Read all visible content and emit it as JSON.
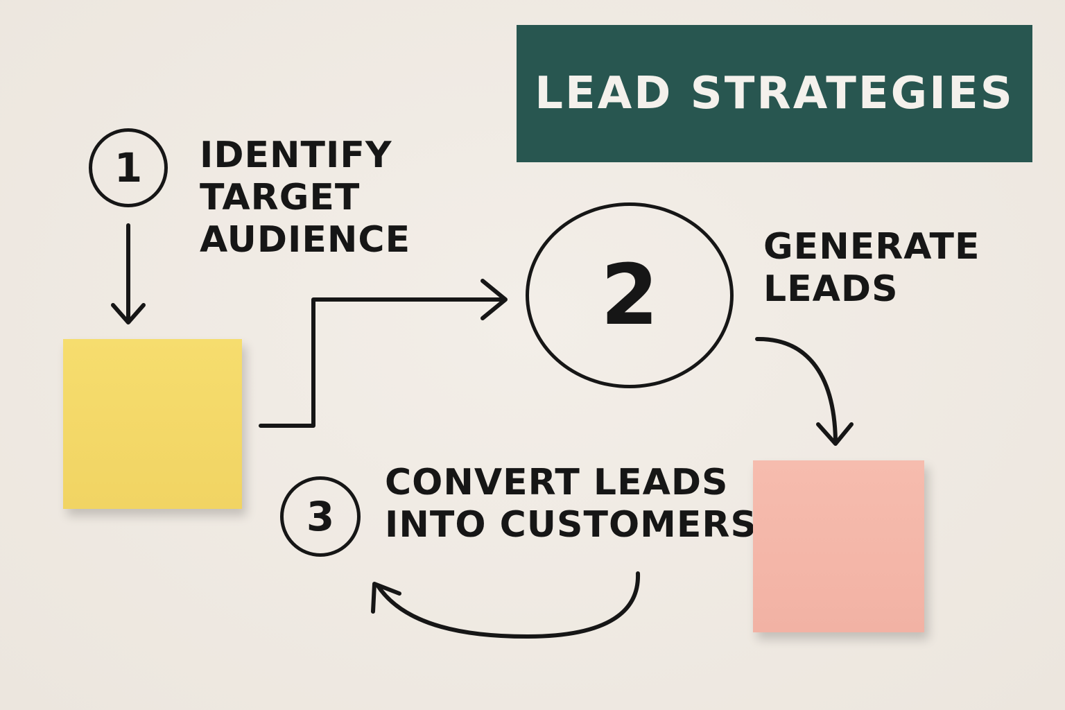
{
  "title": "LEAD STRATEGIES",
  "steps": [
    {
      "number": "1",
      "lines": [
        "IDENTIFY",
        "TARGET",
        "AUDIENCE"
      ]
    },
    {
      "number": "2",
      "lines": [
        "GENERATE",
        "LEADS"
      ]
    },
    {
      "number": "3",
      "lines": [
        "CONVERT LEADS",
        "INTO CUSTOMERS"
      ]
    }
  ],
  "colors": {
    "background": "#efe9e2",
    "banner": "#285650",
    "banner_text": "#f4f1ec",
    "ink": "#161616",
    "note_yellow": "#f3d767",
    "note_pink": "#f4b7a9"
  }
}
